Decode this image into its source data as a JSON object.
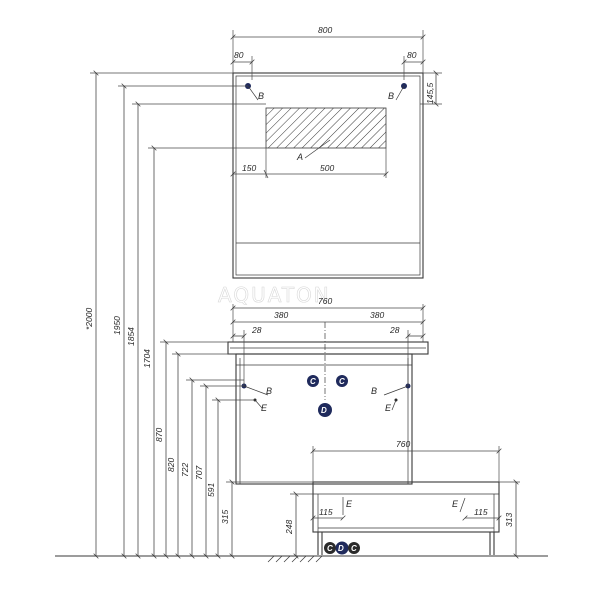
{
  "watermark": "AQUATON",
  "mirror": {
    "width": "800",
    "side_left": "80",
    "side_right": "80",
    "top_offset": "145,5",
    "light_offset": "150",
    "light_width": "500",
    "label_a": "A",
    "label_b_left": "B",
    "label_b_right": "B"
  },
  "vanity": {
    "width": "760",
    "half_left": "380",
    "half_right": "380",
    "inset_left": "28",
    "inset_right": "28",
    "label_b_left": "B",
    "label_b_right": "B",
    "label_e_left": "E",
    "label_e_right": "E",
    "mark_c1": "C",
    "mark_c2": "C",
    "mark_d": "D"
  },
  "cabinet": {
    "width": "760",
    "inset_left": "115",
    "inset_right": "115",
    "leg_height": "248",
    "height": "313",
    "label_e_left": "E",
    "label_e_right": "E",
    "mark_c1": "C",
    "mark_d": "D",
    "mark_c2": "C"
  },
  "heights": {
    "h2000": "*2000",
    "h1950": "1950",
    "h1854": "1854",
    "h1704": "1704",
    "h870": "870",
    "h820": "820",
    "h722": "722",
    "h707": "707",
    "h591": "591",
    "h315": "315"
  },
  "colors": {
    "line": "#3a3a3a",
    "marker": "#1f2a5c",
    "marker_alt": "#2b2b2b"
  }
}
